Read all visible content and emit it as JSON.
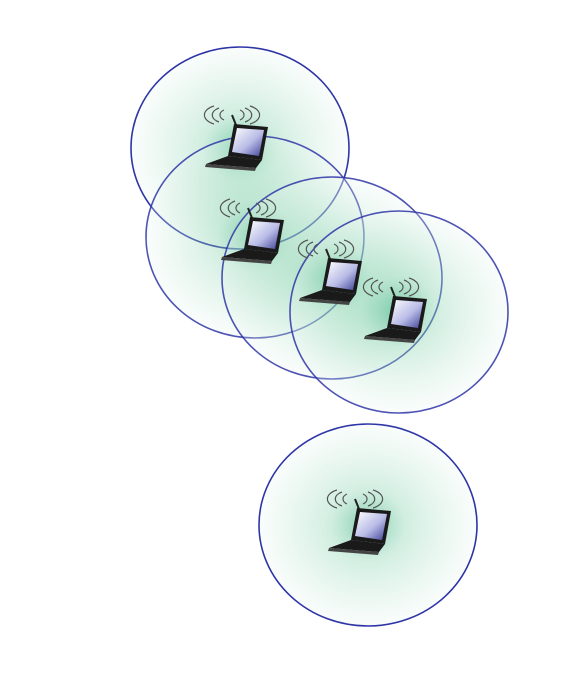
{
  "diagram": {
    "kind": "wireless ad hoc network",
    "node_icon": "wireless-laptop-icon",
    "colors": {
      "range_stroke": "#2e35a6",
      "range_fill_center": "#19a46b",
      "range_fill_edge": "#e9f6f0",
      "laptop_body": "#1a1a1a",
      "screen_light": "#ffffff",
      "screen_dark": "#3c3f96",
      "signal_waves": "#555555"
    },
    "nodes": [
      {
        "id": "node-1",
        "range": "range-1"
      },
      {
        "id": "node-2",
        "range": "range-2"
      },
      {
        "id": "node-3",
        "range": "range-3"
      },
      {
        "id": "node-4",
        "range": "range-4"
      },
      {
        "id": "node-5",
        "range": "range-5"
      }
    ]
  }
}
